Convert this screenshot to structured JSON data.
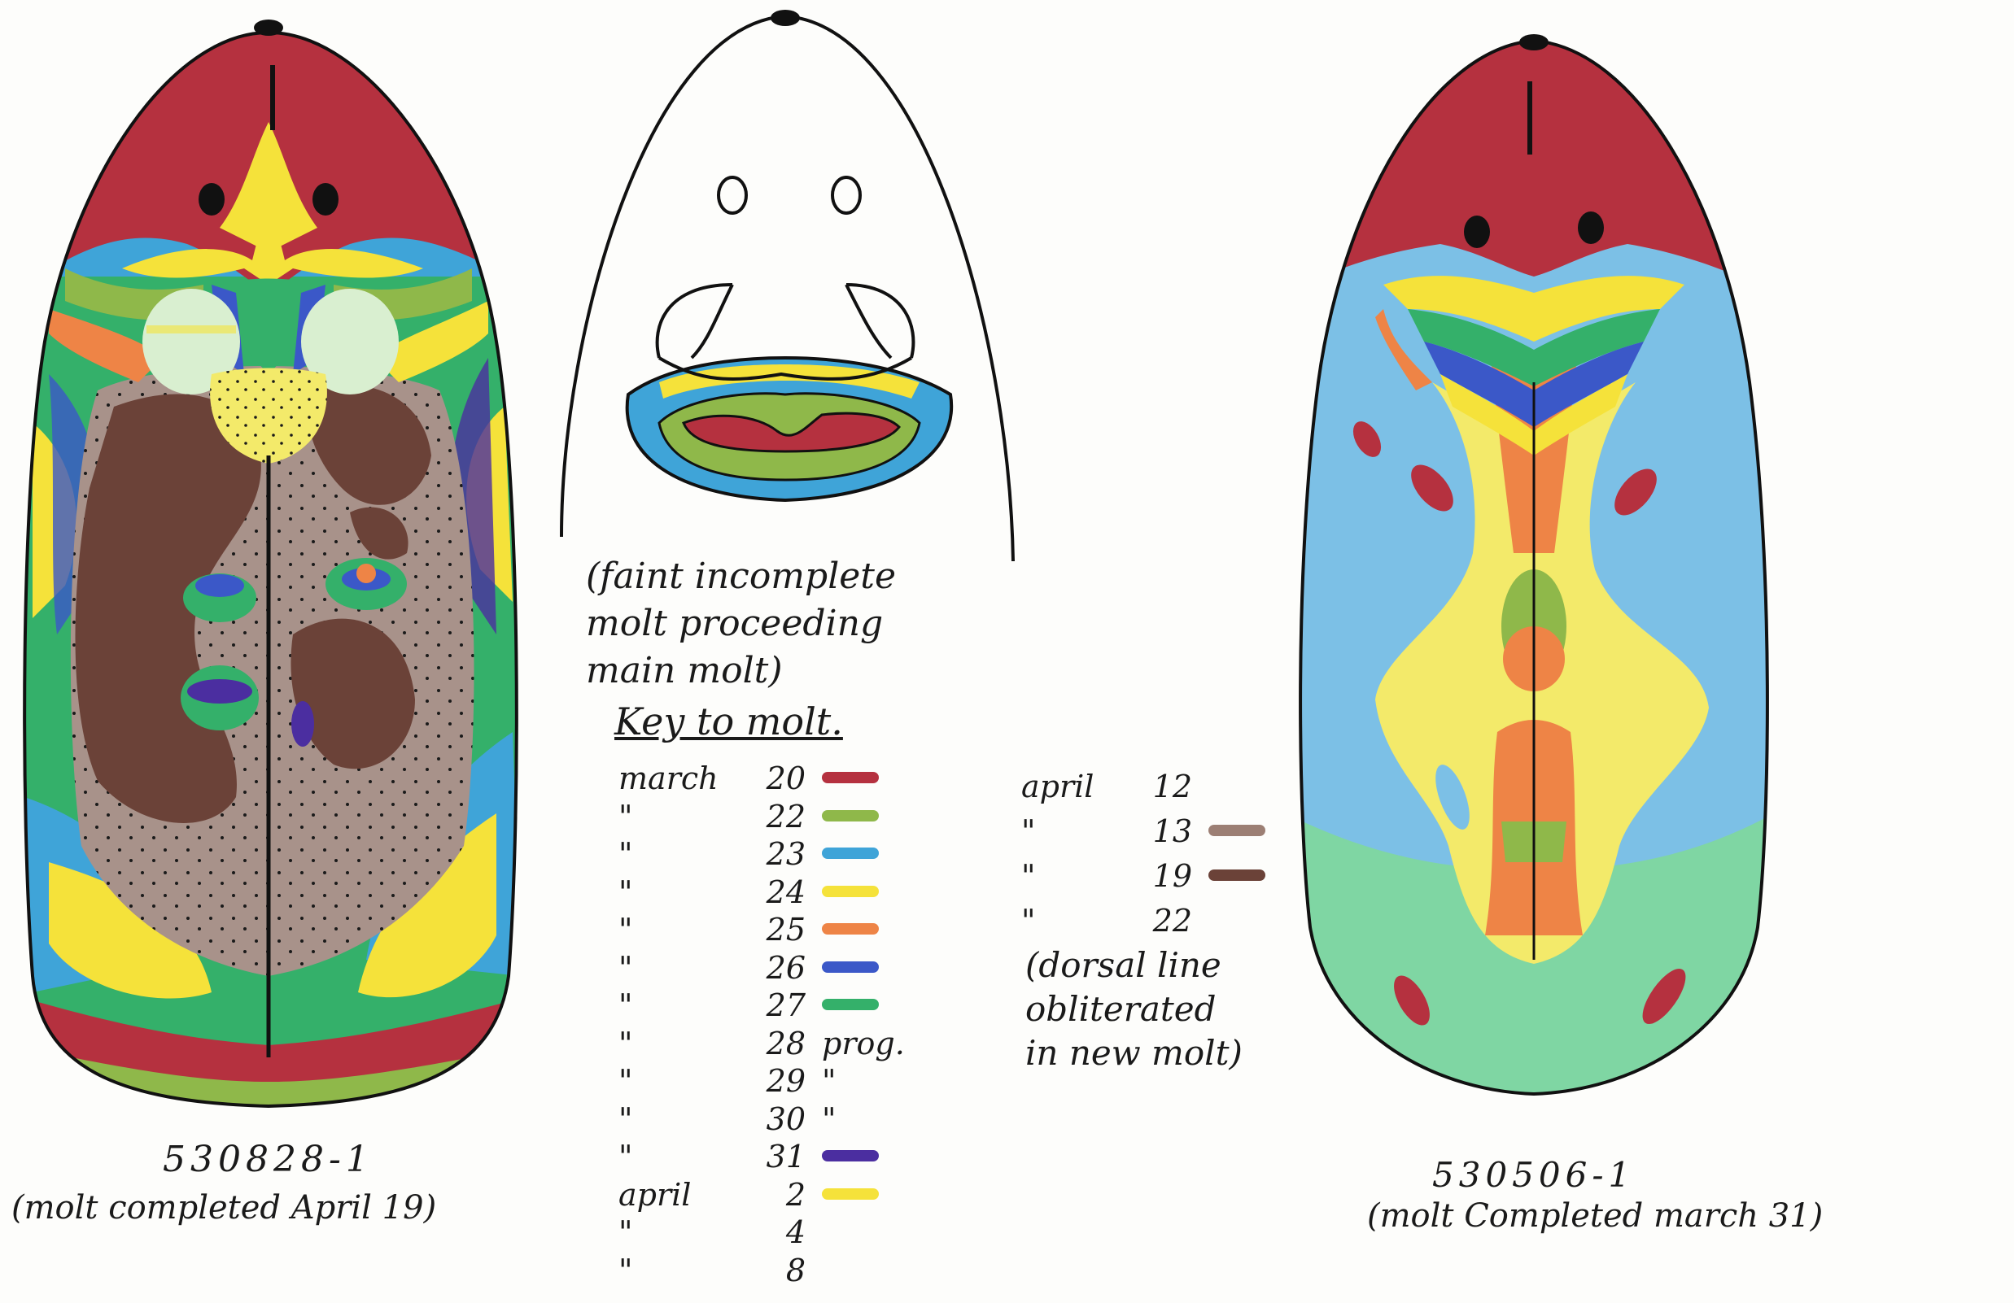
{
  "left_specimen": {
    "id": "530828-1",
    "caption": "(molt completed April 19)"
  },
  "middle_specimen": {
    "note_lines": [
      "(faint incomplete",
      "molt proceeding",
      "main molt)"
    ]
  },
  "right_specimen": {
    "id": "530506-1",
    "caption": "(molt Completed march 31)"
  },
  "key": {
    "title": "Key to molt.",
    "entries_left": [
      {
        "month": "march",
        "day": "20",
        "color": "#b5313f",
        "extra": ""
      },
      {
        "month": "\"",
        "day": "22",
        "color": "#8fb84a",
        "extra": ""
      },
      {
        "month": "\"",
        "day": "23",
        "color": "#3fa4d8",
        "extra": ""
      },
      {
        "month": "\"",
        "day": "24",
        "color": "#f5e23a",
        "extra": ""
      },
      {
        "month": "\"",
        "day": "25",
        "color": "#ee8446",
        "extra": ""
      },
      {
        "month": "\"",
        "day": "26",
        "color": "#3b58c8",
        "extra": ""
      },
      {
        "month": "\"",
        "day": "27",
        "color": "#34b06a",
        "extra": ""
      },
      {
        "month": "\"",
        "day": "28",
        "color": "",
        "extra": "prog."
      },
      {
        "month": "\"",
        "day": "29",
        "color": "",
        "extra": "\""
      },
      {
        "month": "\"",
        "day": "30",
        "color": "",
        "extra": "\""
      },
      {
        "month": "\"",
        "day": "31",
        "color": "#4b2ea0",
        "extra": ""
      },
      {
        "month": "april",
        "day": "2",
        "color": "#f5e23a",
        "extra": ""
      },
      {
        "month": "\"",
        "day": "4",
        "color": "",
        "extra": ""
      },
      {
        "month": "\"",
        "day": "8",
        "color": "",
        "extra": ""
      }
    ],
    "entries_right": [
      {
        "month": "april",
        "day": "12",
        "color": ""
      },
      {
        "month": "\"",
        "day": "13",
        "color": "#9c7f74"
      },
      {
        "month": "\"",
        "day": "19",
        "color": "#6b4238"
      },
      {
        "month": "\"",
        "day": "22",
        "color": ""
      }
    ],
    "dorsal_note_lines": [
      "(dorsal line",
      "obliterated",
      "in new molt)"
    ]
  },
  "colors": {
    "red": "#b5313f",
    "olive_green": "#8fb84a",
    "light_blue": "#3fa4d8",
    "yellow": "#f5e23a",
    "orange": "#ee8446",
    "blue": "#3b58c8",
    "green": "#34b06a",
    "purple": "#4b2ea0",
    "gray_brown": "#9c7f74",
    "dark_brown": "#6b4238"
  }
}
